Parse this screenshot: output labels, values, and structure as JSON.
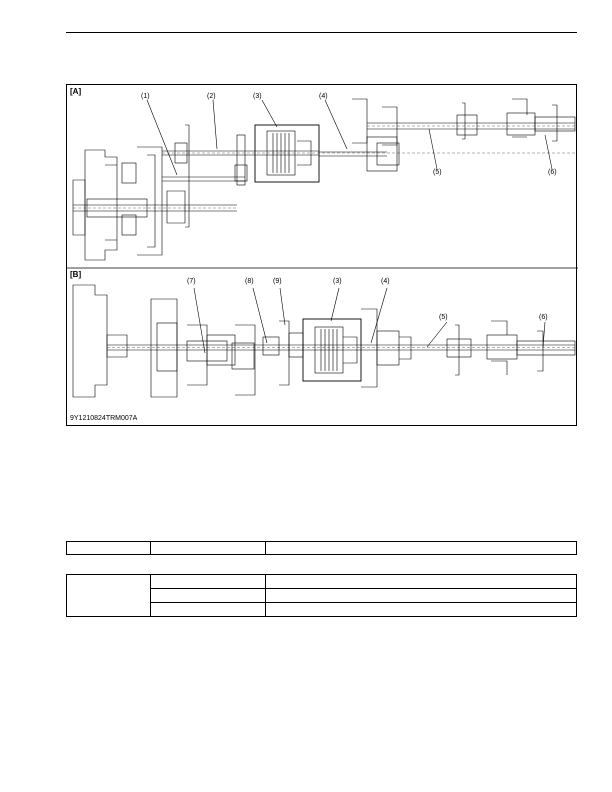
{
  "figure": {
    "panels": [
      "[A]",
      "[B]"
    ],
    "callouts_a": [
      "(1)",
      "(2)",
      "(3)",
      "(4)",
      "(5)",
      "(6)"
    ],
    "callouts_b": [
      "(7)",
      "(8)",
      "(9)",
      "(3)",
      "(4)",
      "(5)",
      "(6)"
    ],
    "code": "9Y1210824TRM007A"
  }
}
